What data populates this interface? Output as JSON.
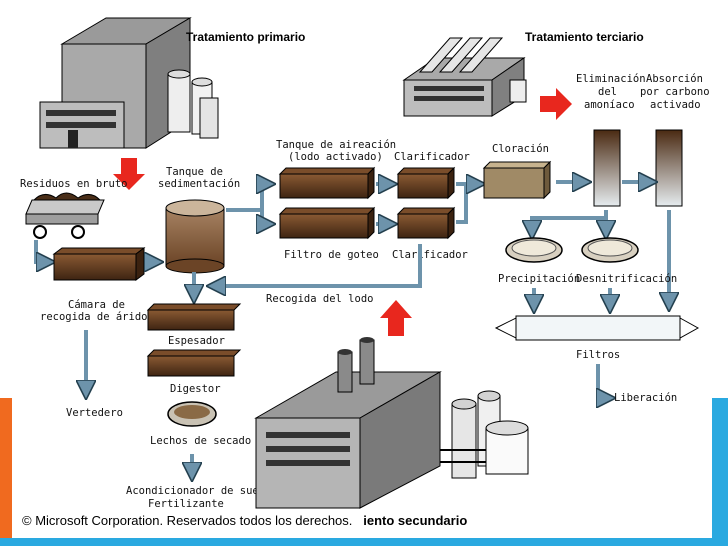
{
  "labels": {
    "primary_title": "Tratamiento primario",
    "tertiary_title": "Tratamiento terciario",
    "raw_waste": "Residuos en bruto",
    "sed_tank_1": "Tanque de",
    "sed_tank_2": "sedimentación",
    "aeration_1": "Tanque de aireación",
    "aeration_2": "(lodo activado)",
    "clarifier_top": "Clarificador",
    "chlorination": "Cloración",
    "ammonia_1": "Eliminación",
    "ammonia_2": "del",
    "ammonia_3": "amoníaco",
    "carbon_1": "Absorción",
    "carbon_2": "por carbono",
    "carbon_3": "activado",
    "drip_filter": "Filtro de goteo",
    "clarifier_bottom": "Clarificador",
    "grit_1": "Cámara de",
    "grit_2": "recogida de áridos",
    "sludge_collect": "Recogida del lodo",
    "precipitation": "Precipitación",
    "denitrification": "Desnitrificación",
    "thickener": "Espesador",
    "digester": "Digestor",
    "landfill": "Vertedero",
    "filters": "Filtros",
    "release": "Liberación",
    "drying_beds": "Lechos de secado",
    "soil_1": "Acondicionador de suelos",
    "soil_2": "Fertilizante"
  },
  "footer": {
    "copyright": "© Microsoft Corporation. Reservados todos los derechos.",
    "secondary_fragment": "iento secundario"
  },
  "colors": {
    "accent_orange": "#f06a1f",
    "accent_blue": "#2aa9e0",
    "flow_arrow": "#6d93ab",
    "red_arrow": "#e8271e",
    "sludge_brown": "#5a3418"
  }
}
